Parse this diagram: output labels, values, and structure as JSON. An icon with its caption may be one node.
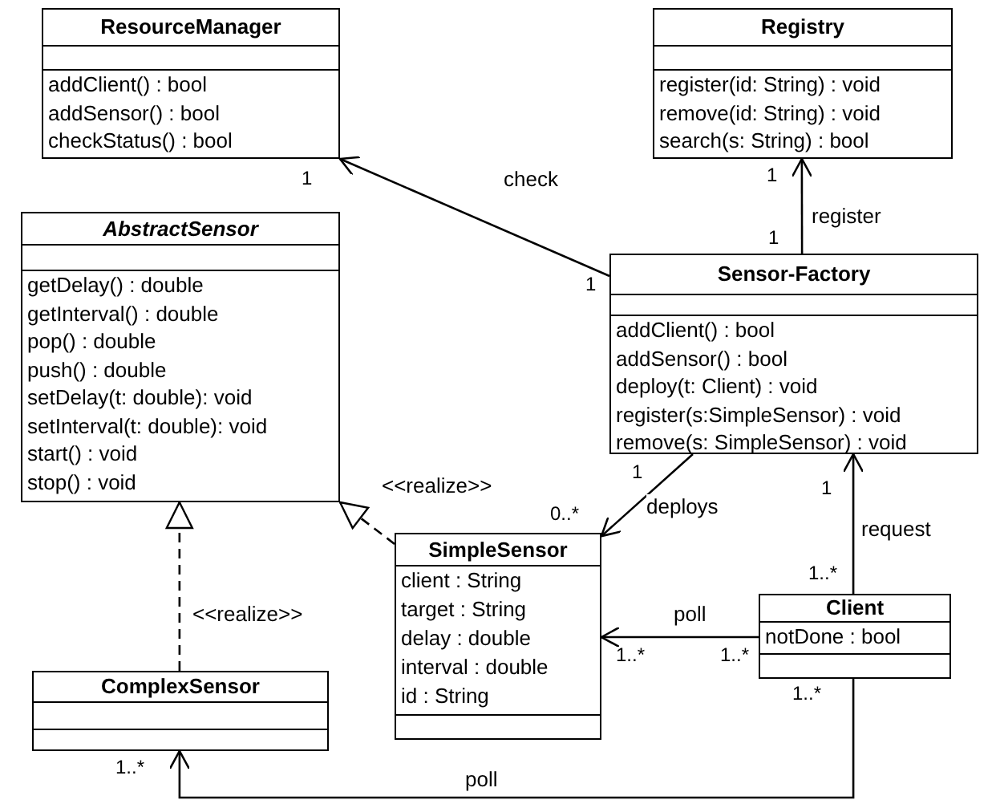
{
  "diagram": {
    "nodes": [
      {
        "text": [
          "ResourceManager",
          "addClient() : bool",
          "addSensor() : bool",
          "checkStatus() : bool"
        ]
      },
      {
        "text": [
          "Registry",
          "register(id: String) : void",
          "remove(id: String) : void",
          "search(s: String) : bool"
        ]
      },
      {
        "text": [
          "AbstractSensor",
          "getDelay() : double",
          "getInterval() : double",
          "pop() : double",
          "push() : double",
          "setDelay(t: double): void",
          "setInterval(t: double): void",
          "start() : void",
          "stop() : void"
        ]
      },
      {
        "text": [
          "Sensor-Factory",
          "addClient() : bool",
          "addSensor() : bool",
          "deploy(t: Client) : void",
          "register(s:SimpleSensor) : void",
          "remove(s: SimpleSensor) : void"
        ]
      },
      {
        "text": [
          "SimpleSensor",
          "client : String",
          "target : String",
          "delay : double",
          "interval : double",
          "id : String"
        ]
      },
      {
        "text": [
          "Client",
          "notDone : bool"
        ]
      },
      {
        "text": [
          "ComplexSensor"
        ]
      }
    ],
    "edges": [
      {
        "from": 3,
        "to": 0,
        "arrow": "to",
        "label": "check"
      },
      {
        "from": 3,
        "to": 1,
        "arrow": "to",
        "label": "register"
      },
      {
        "from": 3,
        "to": 4,
        "arrow": "to",
        "label": "deploys"
      },
      {
        "from": 5,
        "to": 3,
        "arrow": "to",
        "label": "request"
      },
      {
        "from": 5,
        "to": 4,
        "arrow": "to",
        "label": "poll"
      },
      {
        "from": 4,
        "to": 2,
        "arrow": "to",
        "label": "<<realize>>",
        "style": "dashed"
      },
      {
        "from": 6,
        "to": 2,
        "arrow": "to",
        "label": "<<realize>>",
        "style": "dashed"
      },
      {
        "from": 5,
        "to": 6,
        "arrow": "to",
        "label": "poll"
      }
    ],
    "labels": [
      "1",
      "1",
      "1",
      "1",
      "1",
      "0..*",
      "1",
      "1..*",
      "1..*",
      "1..*",
      "1..*",
      "1..*"
    ]
  }
}
